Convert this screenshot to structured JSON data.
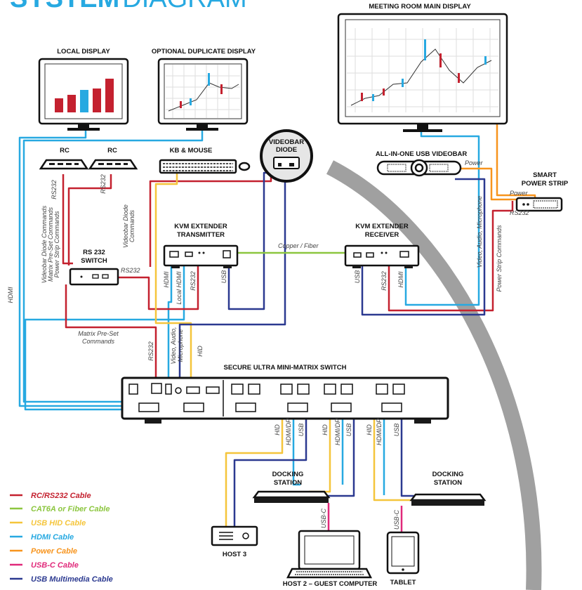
{
  "title": {
    "bold": "SYSTEM",
    "light": "DIAGRAM"
  },
  "devices": {
    "meeting_display": "MEETING ROOM MAIN DISPLAY",
    "local_display": "LOCAL DISPLAY",
    "dup_display": "OPTIONAL DUPLICATE DISPLAY",
    "rc1": "RC",
    "rc2": "RC",
    "kb_mouse": "KB & MOUSE",
    "videobar_diode_1": "VIDEOBAR",
    "videobar_diode_2": "DIODE",
    "videobar": "ALL-IN-ONE USB VIDEOBAR",
    "power_strip_1": "SMART",
    "power_strip_2": "POWER STRIP",
    "kvm_tx_1": "KVM EXTENDER",
    "kvm_tx_2": "TRANSMITTER",
    "kvm_rx_1": "KVM EXTENDER",
    "kvm_rx_2": "RECEIVER",
    "rs232_switch_1": "RS 232",
    "rs232_switch_2": "SWITCH",
    "matrix": "SECURE ULTRA MINI-MATRIX SWITCH",
    "dock1_1": "DOCKING",
    "dock1_2": "STATION",
    "dock2_1": "DOCKING",
    "dock2_2": "STATION",
    "host3": "HOST 3",
    "host2": "HOST 2 – GUEST COMPUTER",
    "tablet": "TABLET"
  },
  "cable_labels": {
    "rs232_a": "RS232",
    "rs232_b": "RS232",
    "rs232_sw": "RS232",
    "rs232_tx": "RS232",
    "rs232_rx": "RS232",
    "rs232_ps": "RS232",
    "rs232_matrix": "RS232",
    "hdmi_left": "HDMI",
    "hdmi_tx": "HDMI",
    "local_hdmi": "Local HDMI",
    "usb_tx": "USB",
    "usb_rx": "USB",
    "hdmi_rx": "HDMI",
    "copper": "Copper / Fiber",
    "power1": "Power",
    "power2": "Power",
    "vam_right": "Video, Audio, Microphone",
    "ps_commands": "Power Strip Commands",
    "cmd_line1": "Videobar Diode Commands",
    "cmd_line2": "Matrix Pre-Set Commands",
    "cmd_line3": "Power Strip Commands",
    "vd_cmd1": "Videobar Diode",
    "vd_cmd2": "Commands",
    "mps1": "Matrix Pre-Set",
    "mps2": "Commands",
    "vam1": "Video, Audio,",
    "vam2": "Microphone",
    "hid_top": "HID",
    "p1_hid": "HID",
    "p1_hdmidp": "HDMI/DP",
    "p1_usb": "USB",
    "p2_hid": "HID",
    "p2_hdmidp": "HDMI/DP",
    "p2_usb": "USB",
    "p3_hid": "HID",
    "p3_hdmidp": "HDMI/DP",
    "p3_usb": "USB",
    "usbc1": "USB-C",
    "usbc2": "USB-C"
  },
  "legend": [
    {
      "label": "RC/RS232 Cable",
      "color": "#c4212f"
    },
    {
      "label": "CAT6A or Fiber Cable",
      "color": "#8cc63f"
    },
    {
      "label": "USB HID Cable",
      "color": "#f5c53b"
    },
    {
      "label": "HDMI Cable",
      "color": "#27a9e1"
    },
    {
      "label": "Power Cable",
      "color": "#f7941d"
    },
    {
      "label": "USB-C Cable",
      "color": "#e0297a"
    },
    {
      "label": "USB Multimedia Cable",
      "color": "#2b3990"
    }
  ],
  "colors": {
    "title": "#27a9e1",
    "arc": "#9b9b9b"
  }
}
